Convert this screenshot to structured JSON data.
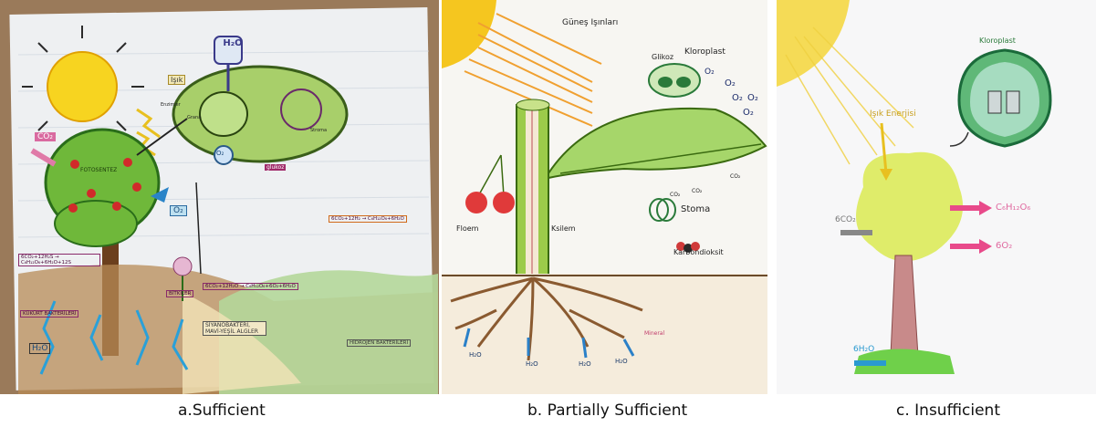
{
  "panels": [
    {
      "caption": "a.Sufficient",
      "labels": {
        "water_top": "H₂O",
        "light": "Işık",
        "fotosentez": "FOTOSENTEZ",
        "co2_left": "CO₂",
        "o2_mid": "O₂",
        "o2_chloro": "O₂",
        "eq_left": "6CO₂+12H₂S → C₆H₁₂O₆+6H₂O+12S",
        "eq_mid": "6CO₂+12H₂O → C₆H₁₂O₆+6O₂+6H₂O",
        "eq_right": "6CO₂+12H₂ → C₆H₁₂O₆+6H₂O",
        "kukurt": "KÜKÜRT BAKTERİLERİ",
        "bitkiler": "BİTKİLER",
        "siyano": "SİYANOBAKTERİ, MAVİ-YEŞİL ALGLER",
        "hidrojen": "HİDROJEN BAKTERİLERİ",
        "water_bottom": "H₂O",
        "enzimler": "Enzimler",
        "glukoz": "glukoz",
        "grana": "Grana",
        "stroma": "Stroma"
      }
    },
    {
      "caption": "b. Partially Sufficient",
      "labels": {
        "gunes": "Güneş Işınları",
        "glikoz": "Glikoz",
        "kloroplast": "Kloroplast",
        "o2_a": "O₂",
        "o2_b": "O₂",
        "o2_c": "O₂",
        "o2_d": "O₂",
        "o2_e": "O₂",
        "floem": "Floem",
        "ksilem": "Ksilem",
        "stoma": "Stoma",
        "co2_a": "CO₂",
        "co2_b": "CO₂",
        "co2_c": "CO₂",
        "karbon": "Karbondioksit",
        "h2o_a": "H₂O",
        "h2o_b": "H₂O",
        "h2o_c": "H₂O",
        "h2o_d": "H₂O",
        "mineral": "Mineral"
      }
    },
    {
      "caption": "c. Insufficient",
      "labels": {
        "kloroplast": "Kloroplast",
        "isik": "Işık Enerjisi",
        "co2": "6CO₂",
        "glucose": "C₆H₁₂O₆",
        "o2": "6O₂",
        "h2o": "6H₂O"
      }
    }
  ],
  "colors": {
    "sun": "#f5d21c",
    "paper": "#f4f2ee",
    "board": "#9a7a5a"
  }
}
